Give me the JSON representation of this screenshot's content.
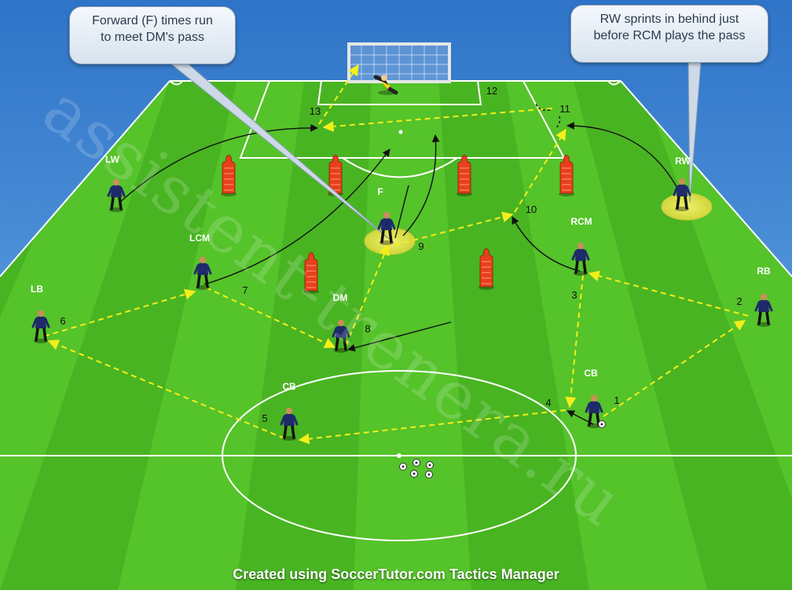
{
  "callouts": {
    "forward": [
      "Forward (F) times run",
      "to meet DM's pass"
    ],
    "rw": [
      "RW sprints in behind just",
      "before RCM plays the pass"
    ]
  },
  "footer": "Created using SoccerTutor.com Tactics Manager",
  "watermark": "assistent-trenera.ru",
  "colors": {
    "pitch_light": "#55c32a",
    "pitch_dark": "#3fa81c",
    "sky": "#4a90d9",
    "pass_line": "#f3ee1a",
    "run_line": "#111111",
    "player_kit": "#1f2a6b",
    "mannequin": "#e8401c",
    "highlight": "#e6e84a"
  },
  "players": [
    {
      "id": "lw",
      "label": "LW"
    },
    {
      "id": "lcm",
      "label": "LCM"
    },
    {
      "id": "lb",
      "label": "LB"
    },
    {
      "id": "dm",
      "label": "DM"
    },
    {
      "id": "f",
      "label": "F"
    },
    {
      "id": "rcm",
      "label": "RCM"
    },
    {
      "id": "rw",
      "label": "RW"
    },
    {
      "id": "rb",
      "label": "RB"
    },
    {
      "id": "cb-left",
      "label": "CB"
    },
    {
      "id": "cb-right",
      "label": "CB"
    }
  ],
  "pass_sequence": [
    "1",
    "2",
    "3",
    "4",
    "5",
    "6",
    "7",
    "8",
    "9",
    "10",
    "11",
    "12",
    "13"
  ]
}
